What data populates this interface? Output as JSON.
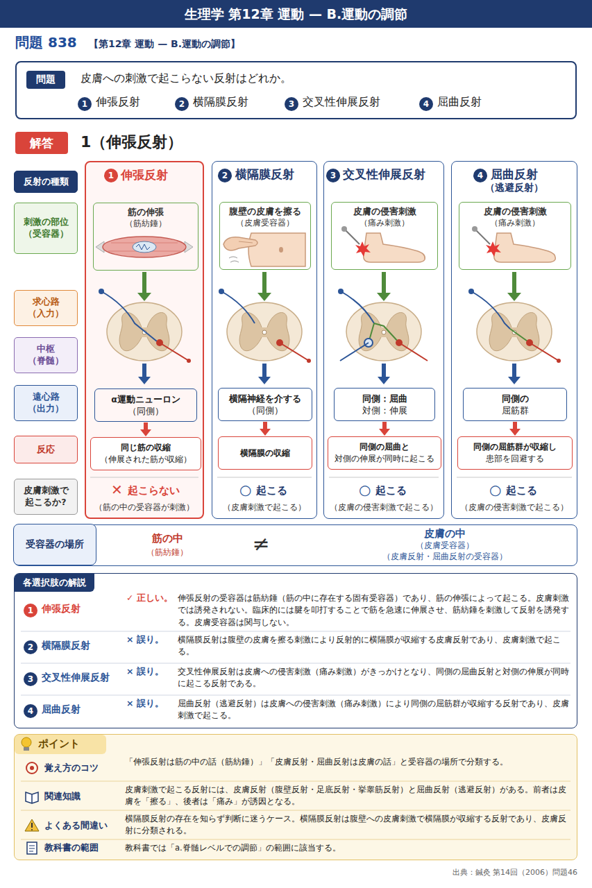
{
  "diagram": {
    "title": "生理学 第12章 運動 — B.運動の調節",
    "nodes": [
      {
        "text": [
          "皮膚への刺激で起こらない反射はどれか。"
        ]
      },
      {
        "text": [
          "問題"
        ],
        "in": 0
      },
      {
        "text": [
          "解答"
        ]
      },
      {
        "text": [
          "反射の種類"
        ]
      },
      {
        "text": [
          "刺激の部位",
          "（受容器）"
        ]
      },
      {
        "text": [
          "求心路",
          "（入力）"
        ]
      },
      {
        "text": [
          "中枢",
          "（脊髄）"
        ]
      },
      {
        "text": [
          "遠心路",
          "（出力）"
        ]
      },
      {
        "text": [
          "反応"
        ]
      },
      {
        "text": [
          "皮膚刺激で",
          "起こるか?"
        ]
      },
      {
        "text": [
          "伸張反射"
        ]
      },
      {
        "text": [
          "筋の伸張",
          "（筋紡錘）"
        ],
        "in": 10
      },
      {
        "text": [
          "α運動ニューロン",
          "（同側）"
        ],
        "in": 10
      },
      {
        "text": [
          "同じ筋の収縮",
          "（伸展された筋が収縮）"
        ],
        "in": 10
      },
      {
        "text": [
          "横隔膜反射"
        ]
      },
      {
        "text": [
          "腹壁の皮膚を擦る",
          "（皮膚受容器）"
        ],
        "in": 14
      },
      {
        "text": [
          "横隔神経を介する",
          "（同側）"
        ],
        "in": 14
      },
      {
        "text": [
          "横隔膜の収縮"
        ],
        "in": 14
      },
      {
        "text": [
          "交叉性伸展反射"
        ]
      },
      {
        "text": [
          "皮膚の侵害刺激",
          "（痛み刺激）"
        ],
        "in": 18
      },
      {
        "text": [
          "同側：屈曲",
          "対側：伸展"
        ],
        "in": 18
      },
      {
        "text": [
          "同側の屈曲と",
          "対側の伸展が同時に起こる"
        ],
        "in": 18
      },
      {
        "text": [
          "屈曲反射",
          "（逃避反射）"
        ]
      },
      {
        "text": [
          "皮膚の侵害刺激",
          "（痛み刺激）"
        ],
        "in": 22
      },
      {
        "text": [
          "同側の",
          "屈筋群"
        ],
        "in": 22
      },
      {
        "text": [
          "同側の屈筋群が収縮し",
          "患部を回避する"
        ],
        "in": 22
      },
      {
        "text": [
          "筋の中",
          "（筋紡錘）",
          "≠",
          "皮膚の中",
          "（皮膚受容器）",
          "（皮膚反射・屈曲反射の受容器）"
        ]
      },
      {
        "text": [
          "受容器の場所"
        ],
        "in": 26
      },
      {
        "text": [
          "各選択肢の解説"
        ]
      },
      {
        "text": [
          "ポイント"
        ]
      }
    ],
    "edges": [
      {
        "from": 12,
        "to": 13,
        "arrow": "to"
      },
      {
        "from": 16,
        "to": 17,
        "arrow": "to"
      },
      {
        "from": 20,
        "to": 21,
        "arrow": "to"
      },
      {
        "from": 24,
        "to": 25,
        "arrow": "to"
      }
    ],
    "labels": [
      "問題 838",
      "【第12章 運動 — B.運動の調節】",
      "1",
      "伸張反射",
      "2",
      "横隔膜反射",
      "3",
      "交叉性伸展反射",
      "4",
      "屈曲反射",
      "1（伸張反射）",
      "1",
      "2",
      "3",
      "4",
      "✕",
      "起こらない",
      "（筋の中の受容器が刺激）",
      "○",
      "起こる",
      "（皮膚刺激で起こる）",
      "○",
      "起こる",
      "（皮膚の侵害刺激で起こる）",
      "○",
      "起こる",
      "（皮膚の侵害刺激で起こる）",
      "1",
      "伸張反射",
      "✓ 正しい。",
      "伸張反射の受容器は筋紡錘（筋の中に存在する固有受容器）であり、筋の伸張によって起こる。皮膚刺激では誘発されない。臨床的には腱を叩打することで筋を急速に伸展させ、筋紡錘を刺激して反射を誘発する。皮膚受容器は関与しない。",
      "2",
      "横隔膜反射",
      "× 誤り。",
      "横隔膜反射は腹壁の皮膚を擦る刺激により反射的に横隔膜が収縮する皮膚反射であり、皮膚刺激で起こる。",
      "3",
      "交叉性伸展反射",
      "× 誤り。",
      "交叉性伸展反射は皮膚への侵害刺激（痛み刺激）がきっかけとなり、同側の屈曲反射と対側の伸展が同時に起こる反射である。",
      "4",
      "屈曲反射",
      "× 誤り。",
      "屈曲反射（逃避反射）は皮膚への侵害刺激（痛み刺激）により同側の屈筋群が収縮する反射であり、皮膚刺激で起こる。",
      "覚え方のコツ",
      "「伸張反射は筋の中の話（筋紡錘）」「皮膚反射・屈曲反射は皮膚の話」と受容器の場所で分類する。",
      "関連知識",
      "皮膚刺激で起こる反射には、皮膚反射（腹壁反射・足底反射・挙睾筋反射）と屈曲反射（逃避反射）がある。前者は皮膚を「擦る」、後者は「痛み」が誘因となる。",
      "よくある間違い",
      "横隔膜反射の存在を知らず判断に迷うケース。横隔膜反射は腹壁への皮膚刺激で横隔膜が収縮する反射であり、皮膚反射に分類される。",
      "教科書の範囲",
      "教科書では「a.脊髄レベルでの調節」の範囲に該当する。",
      "出典：鍼灸 第14回（2006）問題46"
    ]
  }
}
